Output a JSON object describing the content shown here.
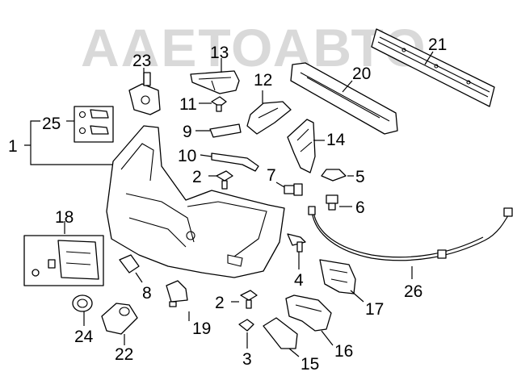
{
  "watermark": "ААЕТОАВТО",
  "callouts": {
    "c1": "1",
    "c2a": "2",
    "c2b": "2",
    "c3": "3",
    "c4": "4",
    "c5": "5",
    "c6": "6",
    "c7": "7",
    "c8": "8",
    "c9": "9",
    "c10": "10",
    "c11": "11",
    "c12": "12",
    "c13": "13",
    "c14": "14",
    "c15": "15",
    "c16": "16",
    "c17": "17",
    "c18": "18",
    "c19": "19",
    "c20": "20",
    "c21": "21",
    "c22": "22",
    "c23": "23",
    "c24": "24",
    "c25": "25",
    "c26": "26"
  }
}
